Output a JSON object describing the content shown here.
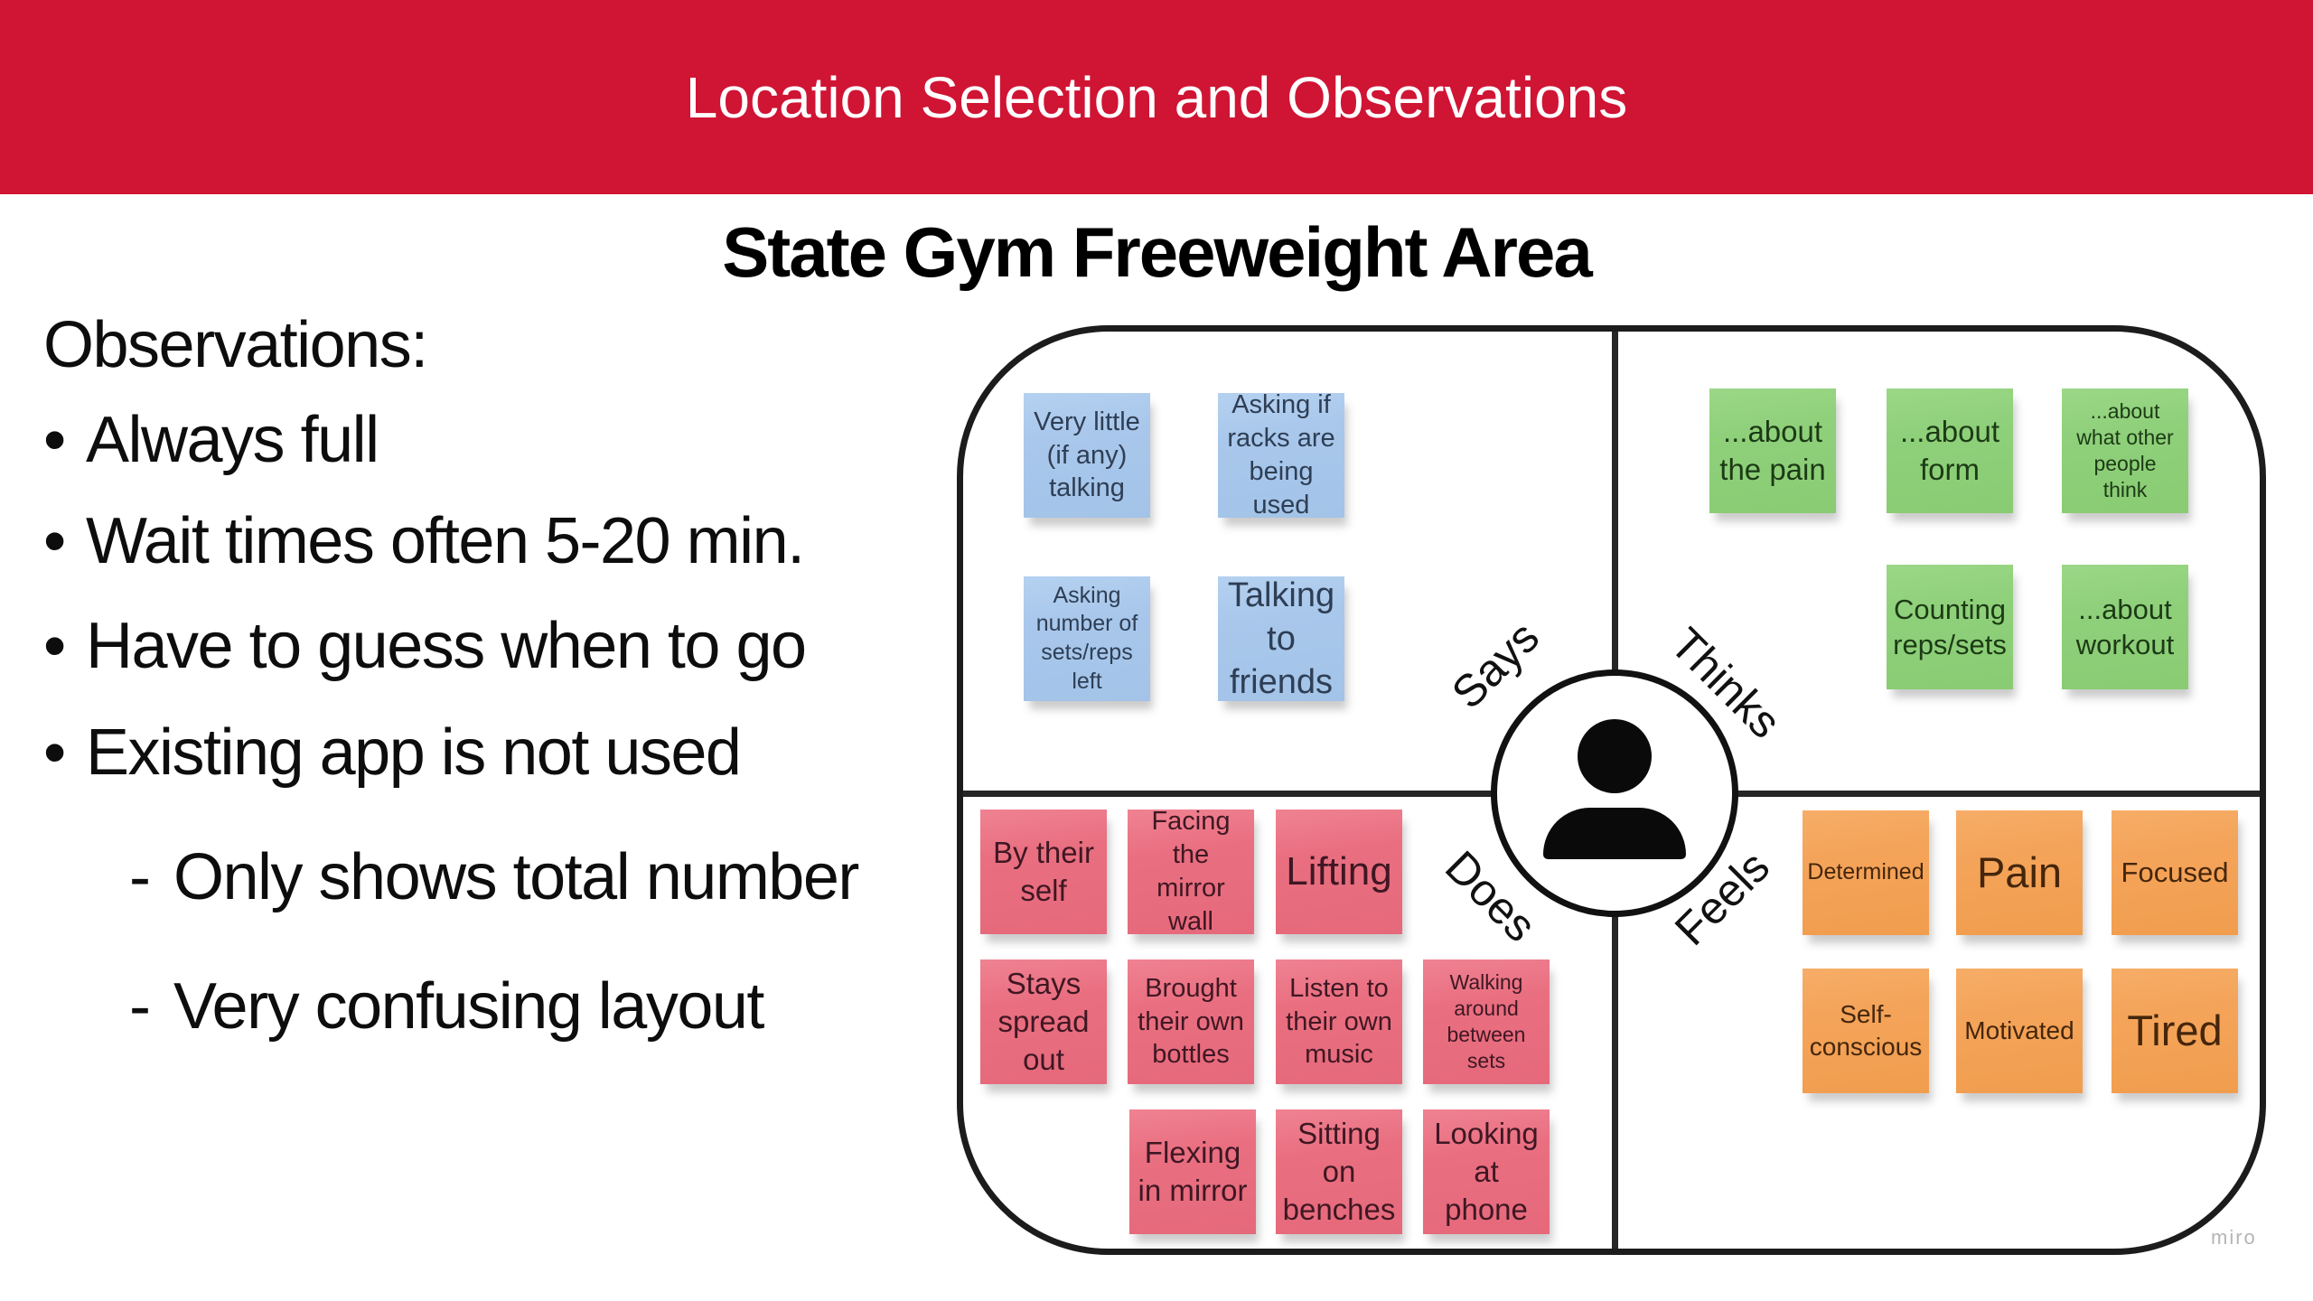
{
  "banner": {
    "title": "Location Selection and Observations"
  },
  "main": {
    "title": "State Gym Freeweight Area",
    "watermark": "miro"
  },
  "observations": {
    "heading": "Observations:",
    "items": [
      {
        "level": 1,
        "marker": "•",
        "text": "Always full"
      },
      {
        "level": 1,
        "marker": "•",
        "text": "Wait times often 5-20 min."
      },
      {
        "level": 1,
        "marker": "•",
        "text": "Have to guess when to go"
      },
      {
        "level": 1,
        "marker": "•",
        "text": "Existing app is not used"
      },
      {
        "level": 2,
        "marker": "-",
        "text": "Only shows total number"
      },
      {
        "level": 2,
        "marker": "-",
        "text": "Very confusing layout"
      }
    ]
  },
  "empathy_map": {
    "center_icon": "person-icon",
    "quadrants": [
      {
        "id": "says",
        "label": "Says",
        "note_color": "#a8c7eb",
        "text_color": "#2e3e54",
        "notes": [
          {
            "text": "Very little (if any) talking"
          },
          {
            "text": "Asking if racks are being used"
          },
          {
            "text": "Asking number of sets/reps left"
          },
          {
            "text": "Talking to friends"
          }
        ]
      },
      {
        "id": "thinks",
        "label": "Thinks",
        "note_color": "#8fd07b",
        "text_color": "#1c3a15",
        "notes": [
          {
            "text": "...about the pain"
          },
          {
            "text": "...about form"
          },
          {
            "text": "...about what other people think"
          },
          {
            "text": "Counting reps/sets"
          },
          {
            "text": "...about workout"
          }
        ]
      },
      {
        "id": "does",
        "label": "Does",
        "note_color": "#e96f80",
        "text_color": "#3f1723",
        "notes": [
          {
            "text": "By their self"
          },
          {
            "text": "Facing the mirror wall"
          },
          {
            "text": "Lifting"
          },
          {
            "text": "Stays spread out"
          },
          {
            "text": "Brought their own bottles"
          },
          {
            "text": "Listen to their own music"
          },
          {
            "text": "Walking around between sets"
          },
          {
            "text": "Flexing in mirror"
          },
          {
            "text": "Sitting on benches"
          },
          {
            "text": "Looking at phone"
          }
        ]
      },
      {
        "id": "feels",
        "label": "Feels",
        "note_color": "#f4a45a",
        "text_color": "#45260c",
        "notes": [
          {
            "text": "Determined"
          },
          {
            "text": "Pain"
          },
          {
            "text": "Focused"
          },
          {
            "text": "Self-conscious"
          },
          {
            "text": "Motivated"
          },
          {
            "text": "Tired"
          }
        ]
      }
    ]
  },
  "colors": {
    "banner_bg": "#d01434",
    "banner_text": "#ffffff",
    "map_line": "#1c1c1c",
    "watermark_gray": "#b5b5b5"
  }
}
